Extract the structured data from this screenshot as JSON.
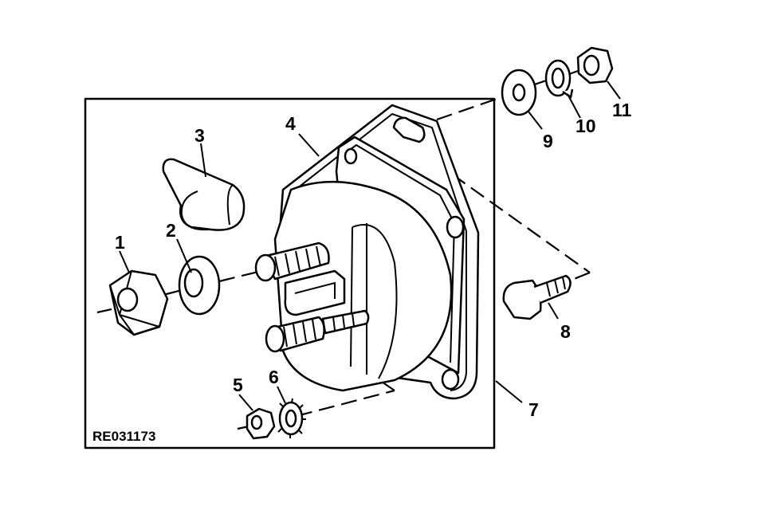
{
  "diagram": {
    "reference_code": "RE031173",
    "callouts": [
      {
        "id": "1",
        "part": "hex-nut"
      },
      {
        "id": "2",
        "part": "washer"
      },
      {
        "id": "3",
        "part": "terminal-boot"
      },
      {
        "id": "4",
        "part": "solenoid-housing"
      },
      {
        "id": "5",
        "part": "small-nut"
      },
      {
        "id": "6",
        "part": "lock-washer"
      },
      {
        "id": "7",
        "part": "frame"
      },
      {
        "id": "8",
        "part": "cap-screw"
      },
      {
        "id": "9",
        "part": "flat-washer"
      },
      {
        "id": "10",
        "part": "split-lock-washer"
      },
      {
        "id": "11",
        "part": "hex-nut"
      }
    ]
  }
}
